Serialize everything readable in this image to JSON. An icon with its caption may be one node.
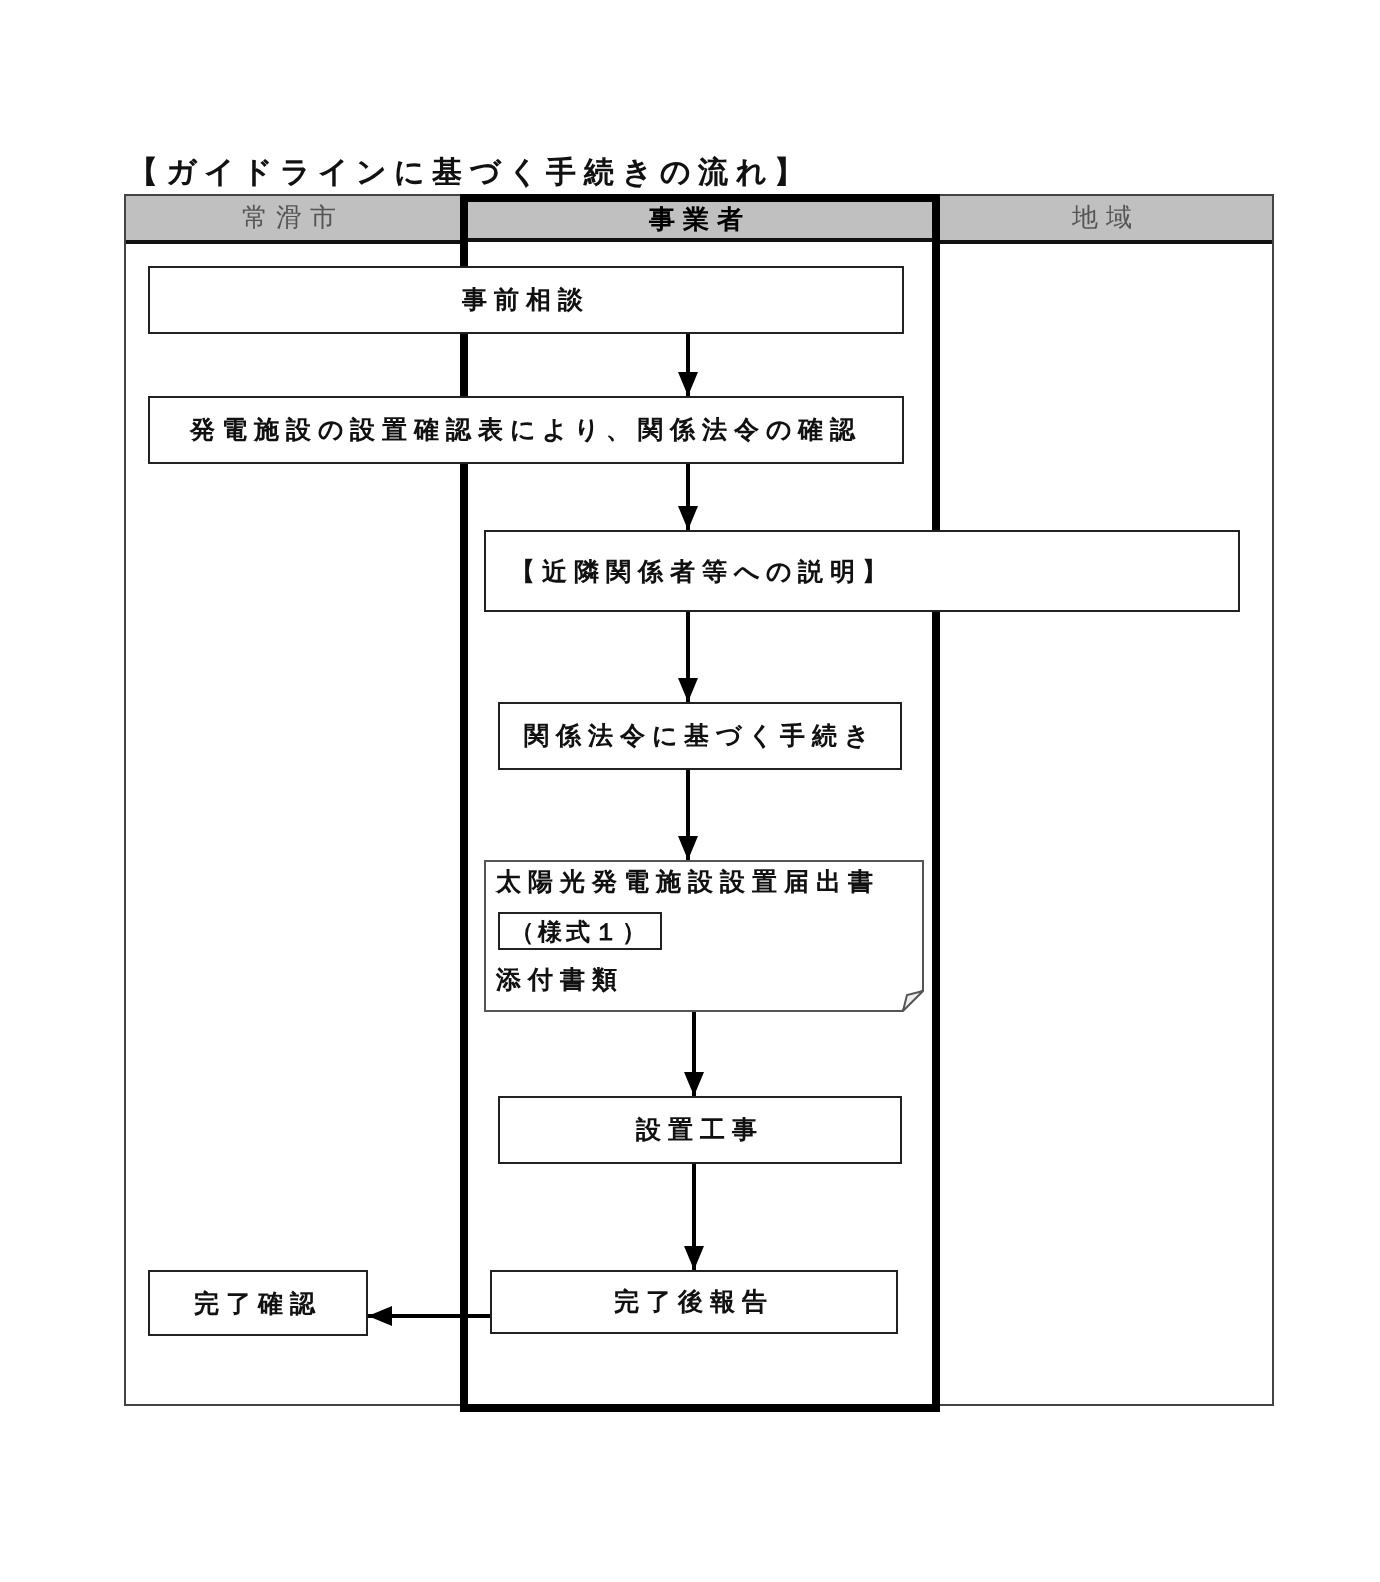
{
  "diagram": {
    "title": "【ガイドラインに基づく手続きの流れ】",
    "nodes": [
      {
        "text": [
          "常滑市"
        ]
      },
      {
        "text": [
          "事業者"
        ]
      },
      {
        "text": [
          "地域"
        ]
      },
      {
        "text": [
          "事前相談"
        ]
      },
      {
        "text": [
          "発電施設の設置確認表により、関係法令の確認"
        ]
      },
      {
        "text": [
          "【近隣関係者等への説明】"
        ]
      },
      {
        "text": [
          "関係法令に基づく手続き"
        ],
        "in": 1
      },
      {
        "text": [
          "太陽光発電施設設置届出書",
          "添付書類"
        ],
        "in": 1
      },
      {
        "text": [
          "（様式１）"
        ],
        "in": 7
      },
      {
        "text": [
          "設置工事"
        ],
        "in": 1
      },
      {
        "text": [
          "完了確認"
        ],
        "in": 0
      },
      {
        "text": [
          "完了後報告"
        ],
        "in": 1
      }
    ],
    "edges": [
      {
        "from": 3,
        "to": 4,
        "arrow": "to"
      },
      {
        "from": 4,
        "to": 5,
        "arrow": "to"
      },
      {
        "from": 5,
        "to": 6,
        "arrow": "to"
      },
      {
        "from": 6,
        "to": 7,
        "arrow": "to"
      },
      {
        "from": 7,
        "to": 9,
        "arrow": "to"
      },
      {
        "from": 9,
        "to": 11,
        "arrow": "to"
      },
      {
        "from": 11,
        "to": 10,
        "arrow": "to"
      }
    ]
  }
}
